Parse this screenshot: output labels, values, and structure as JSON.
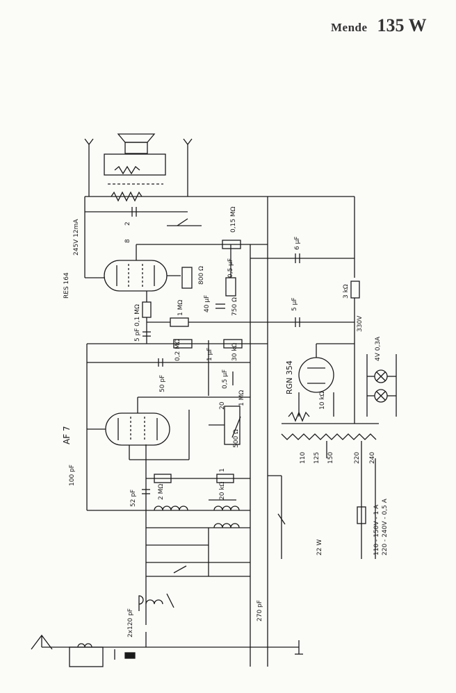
{
  "header": {
    "make": "Mende",
    "model": "135 W"
  },
  "tubes": {
    "output": "RES 164",
    "rf": "AF 7",
    "rectifier": "RGN 354"
  },
  "labels": {
    "output_bias": "245V 12mA",
    "r_015": "0,15 MΩ",
    "c_6uf": "6 µF",
    "c_8": "8",
    "c_2": "2",
    "r_800": "800 Ω",
    "c_05": "0,5 µF",
    "r_01": "0,1 MΩ",
    "r_1m": "1 MΩ",
    "c_40": "40 µF",
    "r_750": "750 Ω",
    "c_5uf": "5 µF",
    "r_3k": "3 kΩ",
    "v_330": "330V",
    "c_5pf": "5 pF",
    "r_02": "0,2 MΩ",
    "c_1uf": "1 µF",
    "r_30k": "30 kΩ",
    "c_50pf": "50 pF",
    "c_05b": "0,5 µF",
    "r_1mb": "1 MΩ",
    "r_20": "20",
    "r_500": "500 Ω",
    "c_100": "100 pF",
    "c_52": "52 pF",
    "r_2m": "2 MΩ",
    "r_1": "1",
    "r_20k": "20 kΩ",
    "c_2x120": "2x120 pF",
    "c_270": "270 pF",
    "r_10k": "10 kΩ",
    "lamp": "4V 0,3A",
    "taps": [
      "110",
      "125",
      "150",
      "220",
      "240"
    ],
    "fuse_a": "110 - 150V - 1 A",
    "fuse_b": "220 - 240V - 0,5 A",
    "mains": "22 W"
  }
}
